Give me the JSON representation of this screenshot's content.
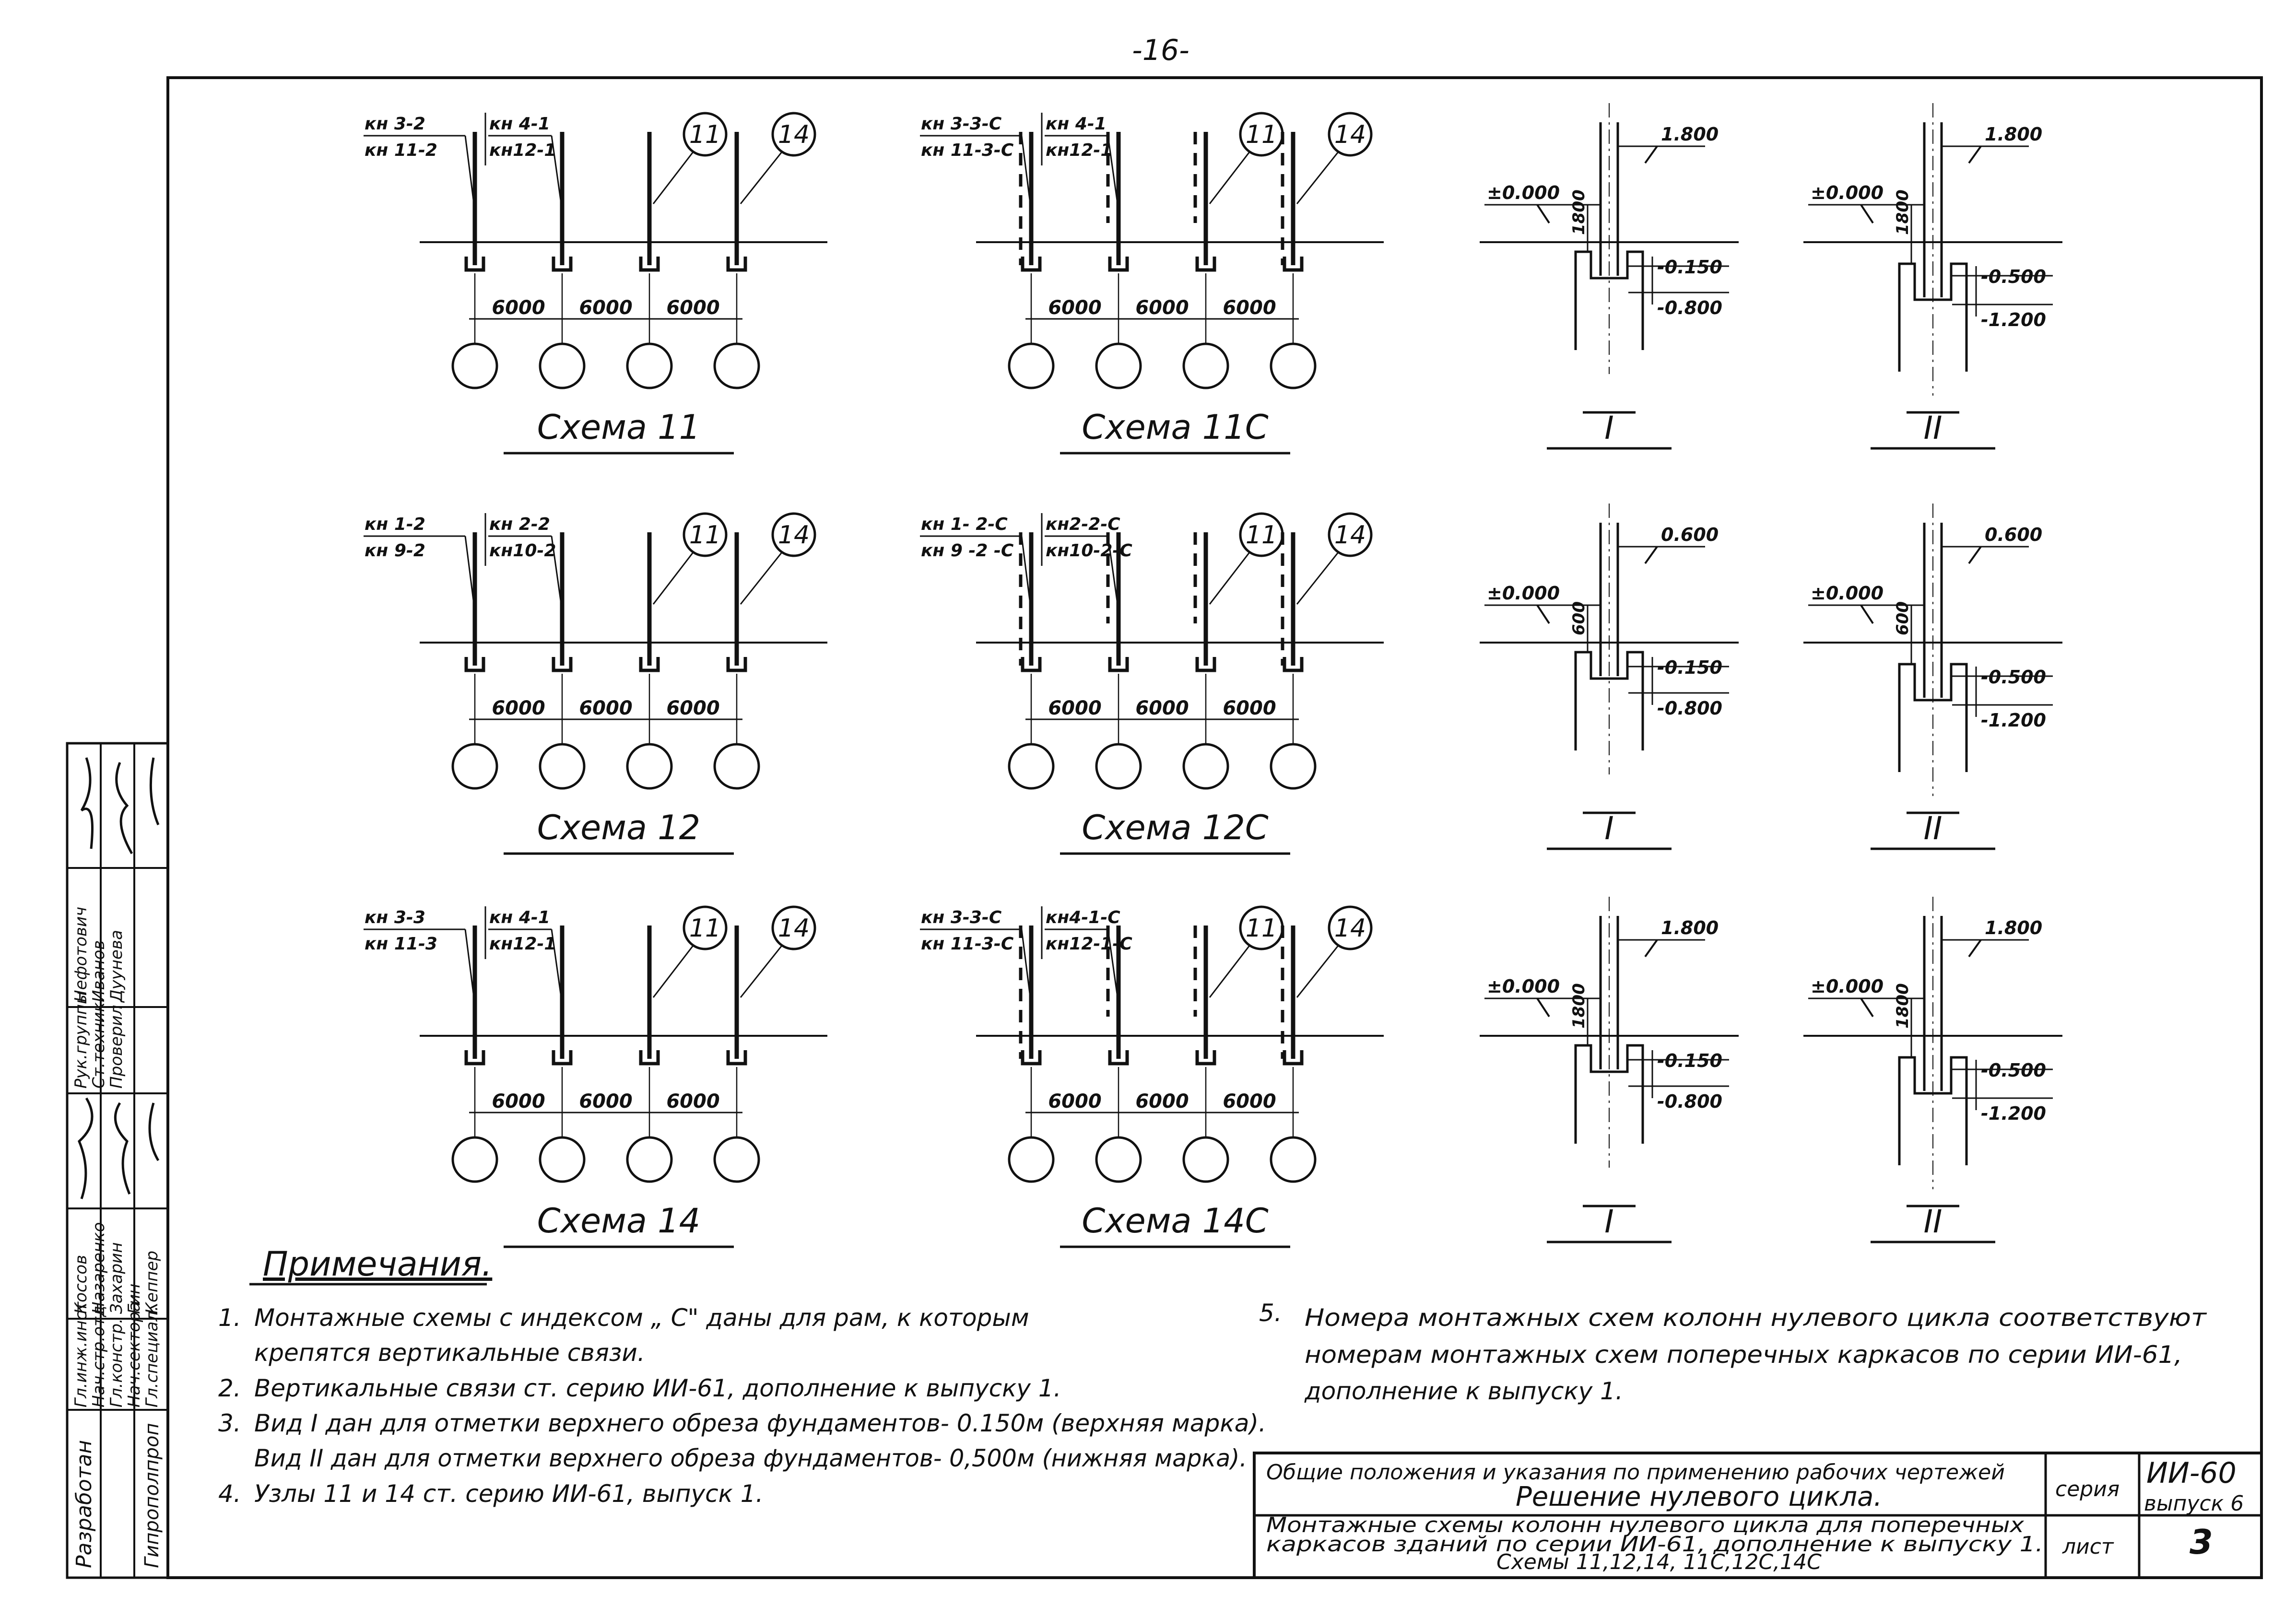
{
  "page_number": "-16-",
  "schemes": [
    {
      "id": "s11",
      "caption": "Схема 11",
      "mark_a_top": "кн 3-2",
      "mark_a_bot": "кн 11-2",
      "mark_b_top": "кн 4-1",
      "mark_b_bot": "кн12-1",
      "node_a": "11",
      "node_b": "14",
      "spans": [
        "6000",
        "6000",
        "6000"
      ],
      "dashed": false
    },
    {
      "id": "s11c",
      "caption": "Схема 11С",
      "mark_a_top": "кн 3-3-С",
      "mark_a_bot": "кн 11-3-С",
      "mark_b_top": "кн 4-1",
      "mark_b_bot": "кн12-1",
      "node_a": "11",
      "node_b": "14",
      "spans": [
        "6000",
        "6000",
        "6000"
      ],
      "dashed": true
    },
    {
      "id": "s12",
      "caption": "Схема 12",
      "mark_a_top": "кн 1-2",
      "mark_a_bot": "кн 9-2",
      "mark_b_top": "кн 2-2",
      "mark_b_bot": "кн10-2",
      "node_a": "11",
      "node_b": "14",
      "spans": [
        "6000",
        "6000",
        "6000"
      ],
      "dashed": false
    },
    {
      "id": "s12c",
      "caption": "Схема 12С",
      "mark_a_top": "кн 1- 2-С",
      "mark_a_bot": "кн 9 -2 -С",
      "mark_b_top": "кн2-2-С",
      "mark_b_bot": "кн10-2-С",
      "node_a": "11",
      "node_b": "14",
      "spans": [
        "6000",
        "6000",
        "6000"
      ],
      "dashed": true
    },
    {
      "id": "s14",
      "caption": "Схема 14",
      "mark_a_top": "кн 3-3",
      "mark_a_bot": "кн 11-3",
      "mark_b_top": "кн 4-1",
      "mark_b_bot": "кн12-1",
      "node_a": "11",
      "node_b": "14",
      "spans": [
        "6000",
        "6000",
        "6000"
      ],
      "dashed": false
    },
    {
      "id": "s14c",
      "caption": "Схема 14С",
      "mark_a_top": "кн 3-3-С",
      "mark_a_bot": "кн 11-3-С",
      "mark_b_top": "кн4-1-С",
      "mark_b_bot": "кн12-1-С",
      "node_a": "11",
      "node_b": "14",
      "spans": [
        "6000",
        "6000",
        "6000"
      ],
      "dashed": true
    }
  ],
  "sections": [
    {
      "id": "r1I",
      "label": "I",
      "zero": "±0.000",
      "height": "1800",
      "top": "1.800",
      "l1": "-0.150",
      "l2": "-0.800"
    },
    {
      "id": "r1II",
      "label": "II",
      "zero": "±0.000",
      "height": "1800",
      "top": "1.800",
      "l1": "-0.500",
      "l2": "-1.200"
    },
    {
      "id": "r2I",
      "label": "I",
      "zero": "±0.000",
      "height": "600",
      "top": "0.600",
      "l1": "-0.150",
      "l2": "-0.800"
    },
    {
      "id": "r2II",
      "label": "II",
      "zero": "±0.000",
      "height": "600",
      "top": "0.600",
      "l1": "-0.500",
      "l2": "-1.200"
    },
    {
      "id": "r3I",
      "label": "I",
      "zero": "±0.000",
      "height": "1800",
      "top": "1.800",
      "l1": "-0.150",
      "l2": "-0.800"
    },
    {
      "id": "r3II",
      "label": "II",
      "zero": "±0.000",
      "height": "1800",
      "top": "1.800",
      "l1": "-0.500",
      "l2": "-1.200"
    }
  ],
  "notes": {
    "heading": "Примечания.",
    "n1_num": "1.",
    "n1_a": "Монтажные схемы с индексом „ С\" даны для рам, к которым",
    "n1_b": "крепятся вертикальные связи.",
    "n2_num": "2.",
    "n2": "Вертикальные связи ст. серию ИИ-61, дополнение к выпуску 1.",
    "n3_num": "3.",
    "n3_a": "Вид I дан для отметки верхнего обреза фундаментов- 0.150м (верхняя марка).",
    "n3_b": "Вид II дан для отметки верхнего обреза фундаментов- 0,500м (нижняя марка).",
    "n4_num": "4.",
    "n4": "Узлы 11 и 14 ст. серию ИИ-61, выпуск 1.",
    "n5_num": "5.",
    "n5_a": "Номера монтажных схем колонн нулевого цикла соответствуют",
    "n5_b": "номерам монтажных схем поперечных каркасов по серии ИИ-61,",
    "n5_c": "дополнение к выпуску 1."
  },
  "title_block": {
    "line1": "Общие положения и указания по применению рабочих чертежей",
    "line2": "Решение нулевого цикла.",
    "line3": "Монтажные схемы колонн нулевого цикла для поперечных",
    "line4": "каркасов зданий по серии ИИ-61, дополнение к выпуску 1.",
    "line5": "Схемы 11,12,14, 11С,12С,14С",
    "series_label": "серия",
    "series_value": "ИИ-60",
    "issue": "выпуск 6",
    "sheet_label": "лист",
    "sheet_value": "3"
  },
  "stamp": {
    "org_a": "Разработан",
    "org_b": "Гипрополпроп",
    "roles": [
      "Гл.инж.инст",
      "Нач.стр.отд",
      "Гл.констр.",
      "Нач.сектора",
      "Гл.специал.",
      "Рук.группы",
      "Ст.техник",
      "Проверил"
    ],
    "names": [
      "Коссов",
      "Назаренко",
      "Захарин",
      "Гин",
      "Кеппер",
      "Нефотович",
      "Иванов",
      "Дуунева"
    ]
  }
}
